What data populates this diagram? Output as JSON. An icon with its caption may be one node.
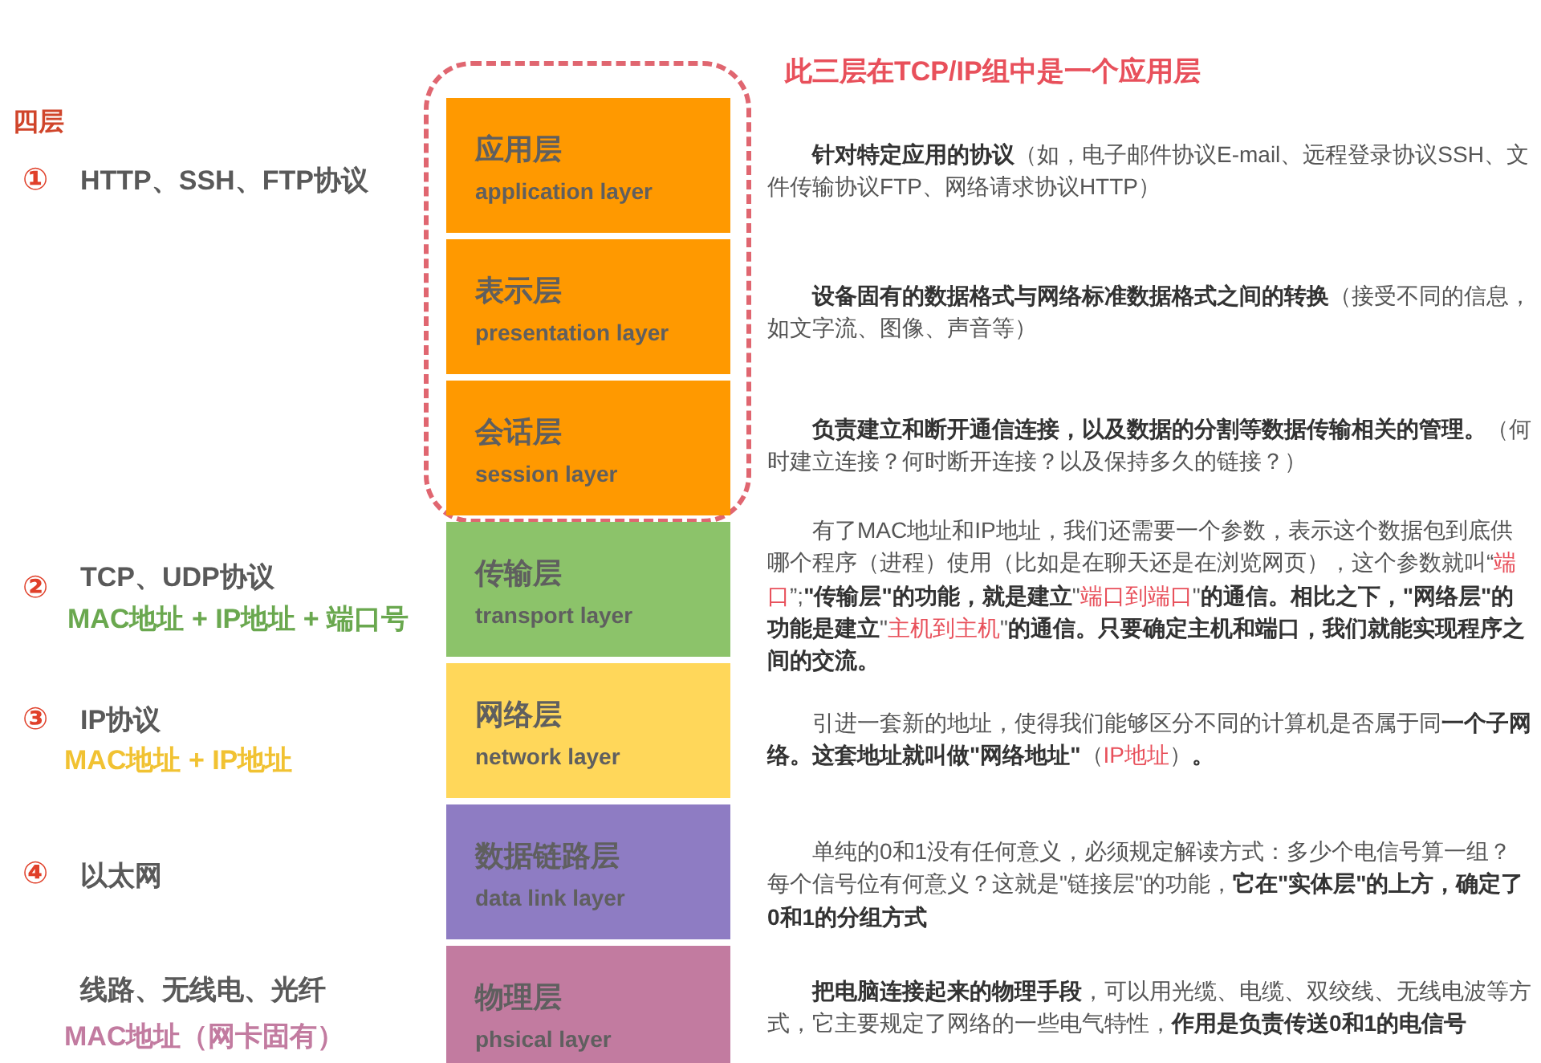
{
  "diagram": {
    "nodes": [
      {
        "text": [
          "此三层在TCP/IP组中是一个应用层"
        ]
      },
      {
        "text": [
          "应用层",
          "application layer"
        ],
        "in": 0,
        "beside": [
          "**针对特定应用的协议**（如，电子邮件协议E-mail、远程登录协议SSH、文件传输协议FTP、网络请求协议HTTP）"
        ]
      },
      {
        "text": [
          "表示层",
          "presentation layer"
        ],
        "in": 0,
        "beside": [
          "**设备固有的数据格式与网络标准数据格式之间的转换**（接受不同的信息，如文字流、图像、声音等）"
        ]
      },
      {
        "text": [
          "会话层",
          "session layer"
        ],
        "in": 0,
        "beside": [
          "**负责建立和断开通信连接，以及数据的分割等数据传输相关的管理。**（何时建立连接？何时断开连接？以及保持多久的链接？）"
        ]
      },
      {
        "text": [
          "传输层",
          "transport layer"
        ],
        "beside": [
          "有了MAC地址和IP地址，我们还需要一个参数，表示这个数据包到底供哪个程序（进程）使用（比如是在聊天还是在浏览网页），这个参数就叫“*端口*”;**\"传输层\"的功能，就是建立**\"*端口到端口*\"**的通信。相比之下，\"网络层\"的功能是建立**\"*主机到主机*\"**的通信。只要确定主机和端口，我们就能实现程序之间的交流。**"
        ]
      },
      {
        "text": [
          "网络层",
          "network layer"
        ],
        "beside": [
          "引进一套新的地址，使得我们能够区分不同的计算机是否属于同**一个子网络。这套地址就叫做\"网络地址\"**（*IP地址*）**。**"
        ]
      },
      {
        "text": [
          "数据链路层",
          "data link layer"
        ],
        "beside": [
          "单纯的0和1没有任何意义，必须规定解读方式：多少个电信号算一组？每个信号位有何意义？这就是\"链接层\"的功能，**它在\"实体层\"的上方，确定了0和1的分组方式**"
        ]
      },
      {
        "text": [
          "物理层",
          "phsical layer"
        ],
        "beside": [
          "**把电脑连接起来的物理手段**，可以用光缆、电缆、双绞线、无线电波等方式，它主要规定了网络的一些电气特性，**作用是负责传送0和1的电信号**"
        ]
      }
    ],
    "labels": [
      "四层",
      "①",
      "HTTP、SSH、FTP协议",
      "②",
      "TCP、UDP协议",
      "MAC地址 + IP地址 + 端口号",
      "③",
      "IP协议",
      "MAC地址 + IP地址",
      "④",
      "以太网",
      "线路、无线电、光纤",
      "MAC地址（网卡固有）"
    ]
  }
}
